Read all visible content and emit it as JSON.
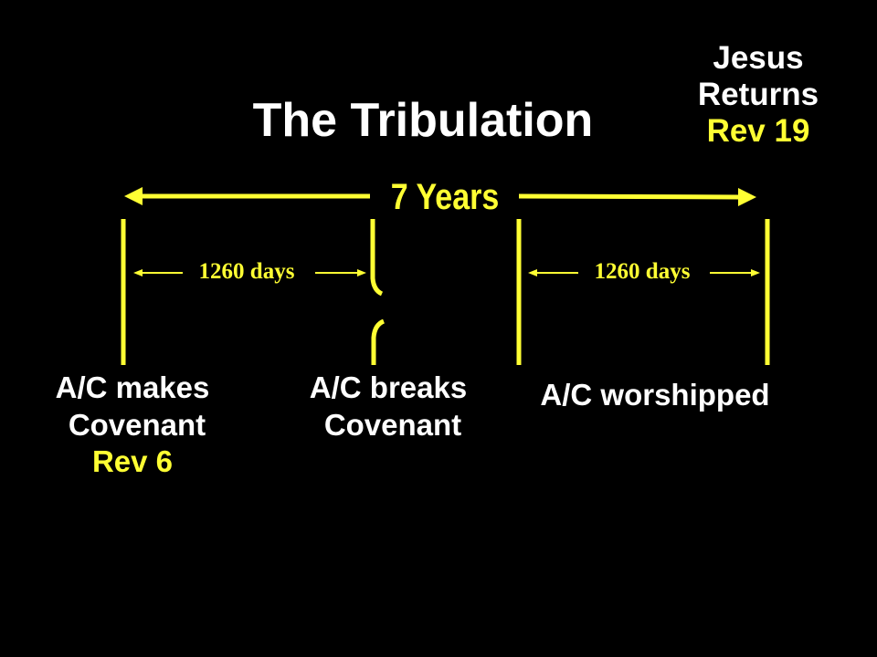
{
  "title": "The Tribulation",
  "jesus_returns": {
    "line1": "Jesus",
    "line2": "Returns",
    "ref": "Rev 19"
  },
  "span_label": "7 Years",
  "periods": [
    {
      "label": "1260 days"
    },
    {
      "label": "1260 days"
    }
  ],
  "events": [
    {
      "line1": "A/C makes",
      "line2": "Covenant",
      "ref": "Rev 6"
    },
    {
      "line1": "A/C breaks",
      "line2": "Covenant"
    },
    {
      "line1": "A/C worshipped"
    }
  ],
  "colors": {
    "background": "#000000",
    "text": "#ffffff",
    "accent": "#ffff33"
  }
}
